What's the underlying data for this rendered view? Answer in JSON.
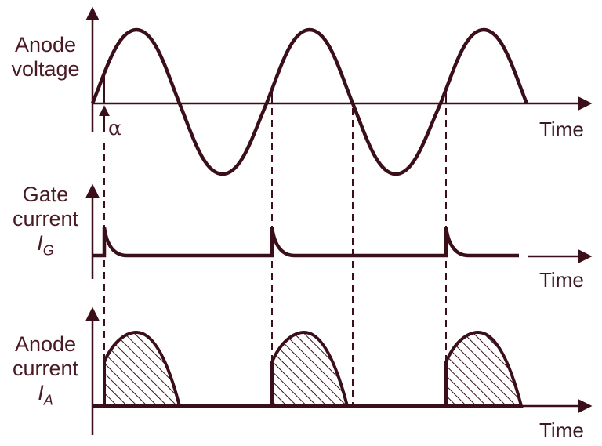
{
  "chart_data": {
    "type": "line",
    "title": "SCR (thyristor) firing waveforms",
    "panels": [
      {
        "id": "anode-voltage",
        "ylabel_lines": [
          "Anode",
          "voltage"
        ],
        "xlabel": "Time",
        "waveform": "sinusoid",
        "cycles": 2.5,
        "annotation": "α",
        "annotation_meaning": "firing angle"
      },
      {
        "id": "gate-current",
        "ylabel_lines": [
          "Gate",
          "current"
        ],
        "symbol": "I",
        "subscript": "G",
        "xlabel": "Time",
        "waveform": "decaying pulses at firing instants",
        "pulses": 3
      },
      {
        "id": "anode-current",
        "ylabel_lines": [
          "Anode",
          "current"
        ],
        "symbol": "I",
        "subscript": "A",
        "xlabel": "Time",
        "waveform": "hatched conduction lobes from α to end of positive half-cycle",
        "lobes": 3
      }
    ],
    "colors": {
      "line": "#3a0f1a",
      "label": "#4a1a24"
    },
    "grid": false
  },
  "labels": {
    "voltage_line1": "Anode",
    "voltage_line2": "voltage",
    "gate_line1": "Gate",
    "gate_line2": "current",
    "gate_sym": "I",
    "gate_sub": "G",
    "anode_line1": "Anode",
    "anode_line2": "current",
    "anode_sym": "I",
    "anode_sub": "A",
    "alpha": "α",
    "time1": "Time",
    "time2": "Time",
    "time3": "Time"
  }
}
